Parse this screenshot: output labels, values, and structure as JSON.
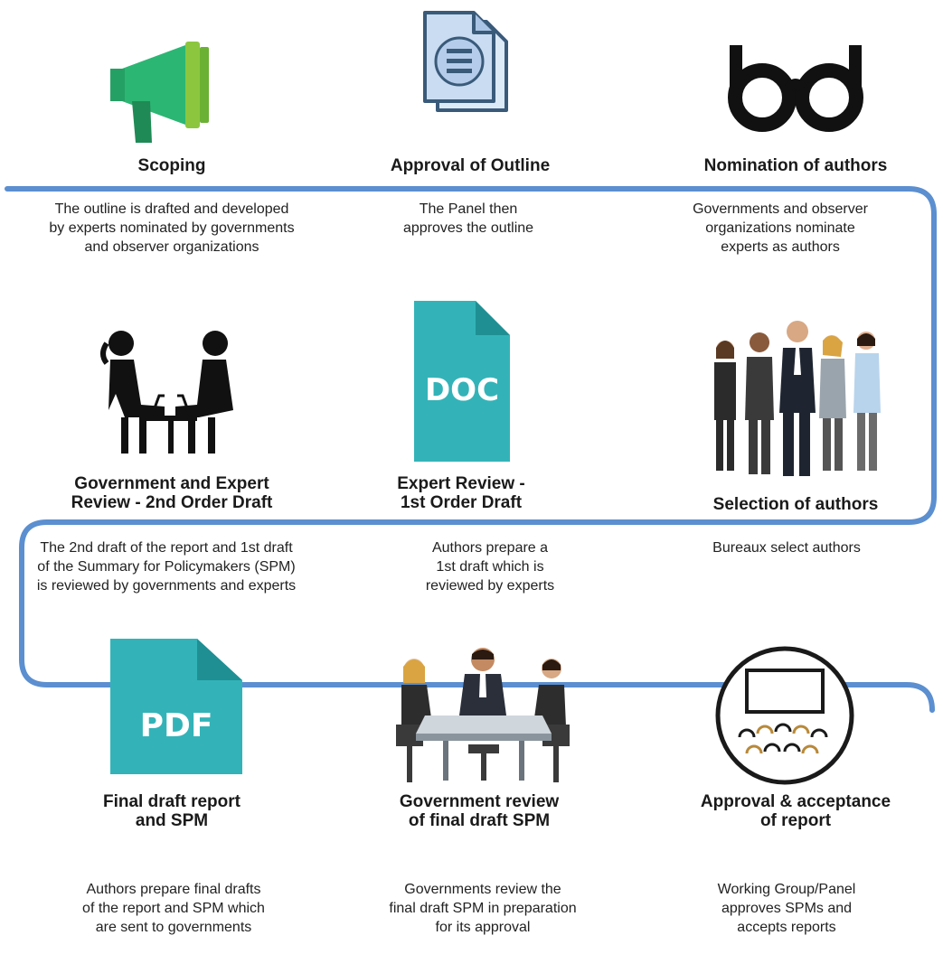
{
  "steps": [
    {
      "title": "Scoping",
      "description": "The outline is drafted and developed by experts nominated by governments and observer organizations",
      "icon": "megaphone-icon"
    },
    {
      "title": "Approval of Outline",
      "description": "The Panel then approves the outline",
      "icon": "document-icon"
    },
    {
      "title": "Nomination of authors",
      "description": "Governments and observer organizations nominate experts as authors",
      "icon": "glasses-icon"
    },
    {
      "title": "Selection of authors",
      "description": "Bureaux select authors",
      "icon": "people-group-icon"
    },
    {
      "title": "Expert Review - 1st Order Draft",
      "description": "Authors prepare a 1st draft which is reviewed by experts",
      "icon": "doc-file-icon",
      "icon_text": "DOC"
    },
    {
      "title": "Government and Expert Review - 2nd Order Draft",
      "description": "The 2nd draft of the report and 1st draft of the Summary for Policymakers (SPM) is reviewed by governments and experts",
      "icon": "meeting-icon"
    },
    {
      "title": "Final draft report and SPM",
      "description": "Authors prepare final drafts of the report and SPM which are sent to governments",
      "icon": "pdf-file-icon",
      "icon_text": "PDF"
    },
    {
      "title": "Government review of final draft SPM",
      "description": "Governments review the final draft SPM in preparation for its approval",
      "icon": "conference-table-icon"
    },
    {
      "title": "Approval & acceptance of report",
      "description": "Working Group/Panel approves SPMs and accepts reports",
      "icon": "audience-icon"
    }
  ],
  "titles_multiline": {
    "s6_line1": "Government and Expert",
    "s6_line2": "Review - 2nd Order Draft",
    "s5_line1": "Expert Review -",
    "s5_line2": "1st Order Draft",
    "s7_line1": "Final draft report",
    "s7_line2": "and SPM",
    "s8_line1": "Government review",
    "s8_line2": "of final draft SPM",
    "s9_line1": "Approval & acceptance",
    "s9_line2": "of report"
  },
  "descriptions_lines": {
    "s1": [
      "The outline is drafted and developed",
      "by experts nominated by governments",
      "and observer organizations"
    ],
    "s2": [
      "The Panel then",
      "approves the outline"
    ],
    "s3": [
      "Governments and observer",
      "organizations nominate",
      "experts as authors"
    ],
    "s6": [
      "The 2nd draft of the report and 1st draft",
      "of the Summary for Policymakers (SPM)",
      "is reviewed by governments and experts"
    ],
    "s5": [
      "Authors prepare a",
      "1st draft which is",
      "reviewed by experts"
    ],
    "s4": [
      "Bureaux select authors"
    ],
    "s7": [
      "Authors prepare final drafts",
      "of the report and SPM which",
      "are sent to governments"
    ],
    "s8": [
      "Governments review the",
      "final draft SPM in preparation",
      "for its approval"
    ],
    "s9": [
      "Working Group/Panel",
      "approves SPMs and",
      "accepts reports"
    ]
  },
  "colors": {
    "flow_line": "#5b8fd0",
    "teal": "#33b3b8",
    "teal_dark": "#1f8f94",
    "megaphone_green": "#2bb673",
    "doc_blue": "#c9dcf2",
    "doc_outline": "#3a5a7a"
  }
}
